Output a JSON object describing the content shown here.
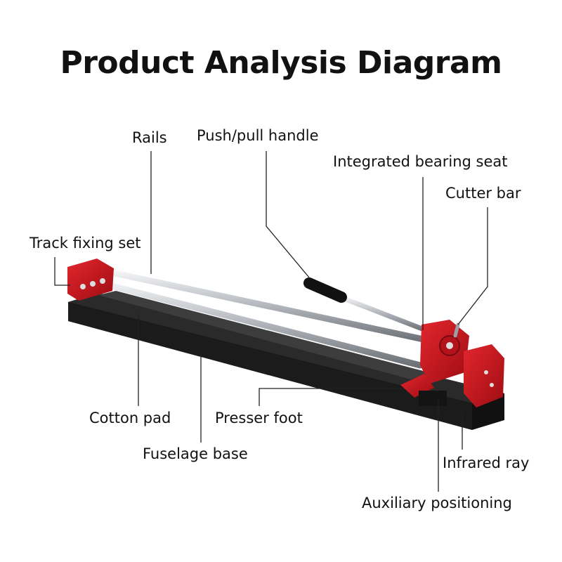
{
  "title": "Product Analysis Diagram",
  "labels": {
    "rails": "Rails",
    "push_pull_handle": "Push/pull handle",
    "integrated_bearing_seat": "Integrated bearing seat",
    "cutter_bar": "Cutter bar",
    "track_fixing_set": "Track fixing set",
    "cotton_pad": "Cotton pad",
    "presser_foot": "Presser foot",
    "fuselage_base": "Fuselage base",
    "infrared_ray": "Infrared ray",
    "auxiliary_positioning": "Auxiliary positioning"
  },
  "colors": {
    "accent_red": "#c8141c",
    "base_black": "#1a1a1a",
    "rail_chrome": "#c9ccd0",
    "leader_line": "#222222"
  }
}
